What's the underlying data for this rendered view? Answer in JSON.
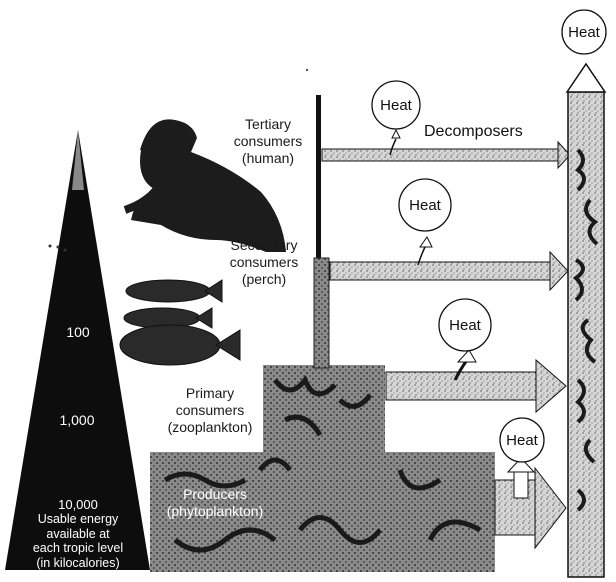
{
  "pyramid": {
    "labels": [
      "100",
      "1,000",
      "10,000"
    ],
    "caption_lines": [
      "Usable energy",
      "available at",
      "each tropic level",
      "(in kilocalories)"
    ]
  },
  "levels": [
    {
      "lines": [
        "Tertiary",
        "consumers",
        "(human)"
      ]
    },
    {
      "lines": [
        "Secondary",
        "consumers",
        "(perch)"
      ]
    },
    {
      "lines": [
        "Primary",
        "consumers",
        "(zooplankton)"
      ]
    },
    {
      "lines": [
        "Producers",
        "(phytoplankton)"
      ]
    }
  ],
  "heat_label": "Heat",
  "decomposers_label": "Decomposers",
  "colors": {
    "pyramid": "#0d0d0d",
    "stipple": "#9a9a9a",
    "outline": "#111111"
  }
}
